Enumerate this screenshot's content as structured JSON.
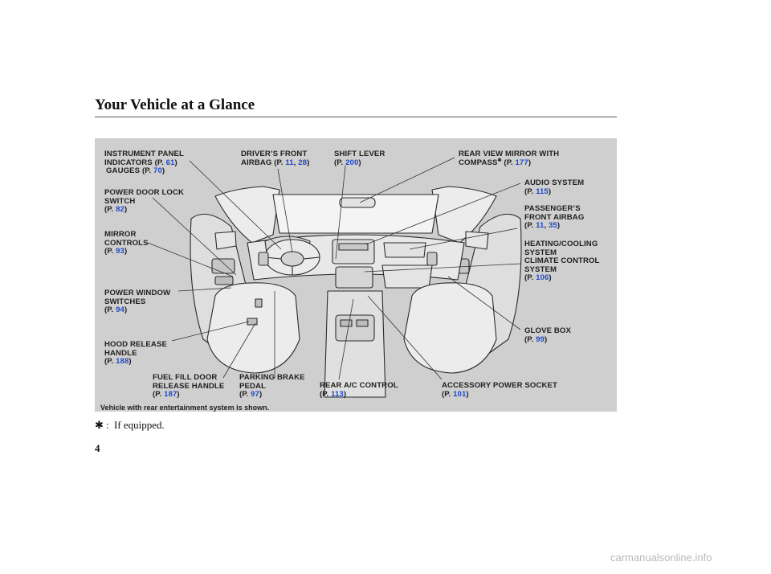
{
  "page_title": "Your Vehicle at a Glance",
  "caption": "Vehicle with rear entertainment system is shown.",
  "footnote": {
    "symbol": "✱",
    "separator": ":",
    "text": "If equipped."
  },
  "page_number": "4",
  "watermark": "carmanualsonline.info",
  "labels": {
    "instrument_panel": {
      "line1": "INSTRUMENT PANEL",
      "line2": "INDICATORS",
      "ref_prefix": "(P. ",
      "ref": "61",
      "ref_suffix": ")"
    },
    "gauges": {
      "line1": "GAUGES",
      "ref_prefix": "(P. ",
      "ref": "70",
      "ref_suffix": ")"
    },
    "drivers_airbag": {
      "line1": "DRIVER’S FRONT",
      "line2": "AIRBAG",
      "ref_prefix": "(P. ",
      "ref1": "11",
      "sep": ", ",
      "ref2": "28",
      "ref_suffix": ")"
    },
    "shift_lever": {
      "line1": "SHIFT LEVER",
      "ref_prefix": "(P. ",
      "ref": "200",
      "ref_suffix": ")"
    },
    "rear_view_mirror": {
      "line1": "REAR VIEW MIRROR WITH",
      "line2": "COMPASS",
      "mark": "✱",
      "ref_prefix": "(P. ",
      "ref": "177",
      "ref_suffix": ")"
    },
    "power_door_lock": {
      "line1": "POWER DOOR LOCK",
      "line2": "SWITCH",
      "ref_prefix": "(P. ",
      "ref": "82",
      "ref_suffix": ")"
    },
    "audio_system": {
      "line1": "AUDIO SYSTEM",
      "ref_prefix": "(P. ",
      "ref": "115",
      "ref_suffix": ")"
    },
    "passenger_airbag": {
      "line1": "PASSENGER’S",
      "line2": "FRONT AIRBAG",
      "ref_prefix": "(P. ",
      "ref1": "11",
      "sep": ", ",
      "ref2": "35",
      "ref_suffix": ")"
    },
    "mirror_controls": {
      "line1": "MIRROR",
      "line2": "CONTROLS",
      "ref_prefix": "(P. ",
      "ref": "93",
      "ref_suffix": ")"
    },
    "heating_cooling": {
      "line1": "HEATING/COOLING",
      "line2": "SYSTEM",
      "line3": "CLIMATE CONTROL",
      "line4": "SYSTEM",
      "ref_prefix": "(P. ",
      "ref": "106",
      "ref_suffix": ")"
    },
    "power_window": {
      "line1": "POWER WINDOW",
      "line2": "SWITCHES",
      "ref_prefix": "(P. ",
      "ref": "94",
      "ref_suffix": ")"
    },
    "glove_box": {
      "line1": "GLOVE BOX",
      "ref_prefix": "(P. ",
      "ref": "99",
      "ref_suffix": ")"
    },
    "hood_release": {
      "line1": "HOOD RELEASE",
      "line2": "HANDLE",
      "ref_prefix": "(P. ",
      "ref": "188",
      "ref_suffix": ")"
    },
    "fuel_fill": {
      "line1": "FUEL FILL DOOR",
      "line2": "RELEASE HANDLE",
      "ref_prefix": "(P. ",
      "ref": "187",
      "ref_suffix": ")"
    },
    "parking_brake": {
      "line1": "PARKING BRAKE",
      "line2": "PEDAL",
      "ref_prefix": "(P. ",
      "ref": "97",
      "ref_suffix": ")"
    },
    "rear_ac": {
      "line1": "REAR A/C CONTROL",
      "ref_prefix": "(P. ",
      "ref": "113",
      "ref_suffix": ")"
    },
    "accessory_socket": {
      "line1": "ACCESSORY POWER SOCKET",
      "ref_prefix": "(P. ",
      "ref": "101",
      "ref_suffix": ")"
    }
  },
  "colors": {
    "link": "#1d49c8",
    "panel": "#cfcfcf",
    "text": "#1f1f1f"
  }
}
